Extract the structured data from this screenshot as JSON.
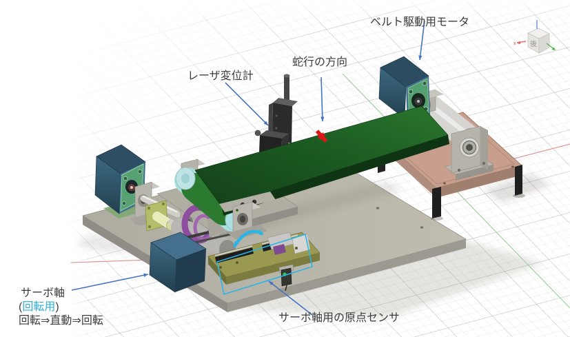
{
  "annotations": {
    "belt_drive_motor": "ベルト駆動用モータ",
    "meander_direction": "蛇行の方向",
    "laser_displacement_meter": "レーザ変位計",
    "servo_axis": "サーボ軸",
    "paren_open": "(",
    "servo_axis_rotation_use": "回転用",
    "paren_close": ")",
    "servo_axis_flow": "回転⇒直動⇒回転",
    "servo_origin_sensor": "サーボ軸用の原点センサ"
  },
  "viewcube": {
    "face_label": "後",
    "axis_x_label": "x"
  },
  "colors": {
    "label_text": "#3d3d3d",
    "leader_arrow": "#4472c4",
    "highlight_cyan": "#2cb4e4",
    "meander_arrow_red": "#e01515",
    "rotation_use_text": "#31b0d5",
    "belt_green": "#1b5a21"
  }
}
